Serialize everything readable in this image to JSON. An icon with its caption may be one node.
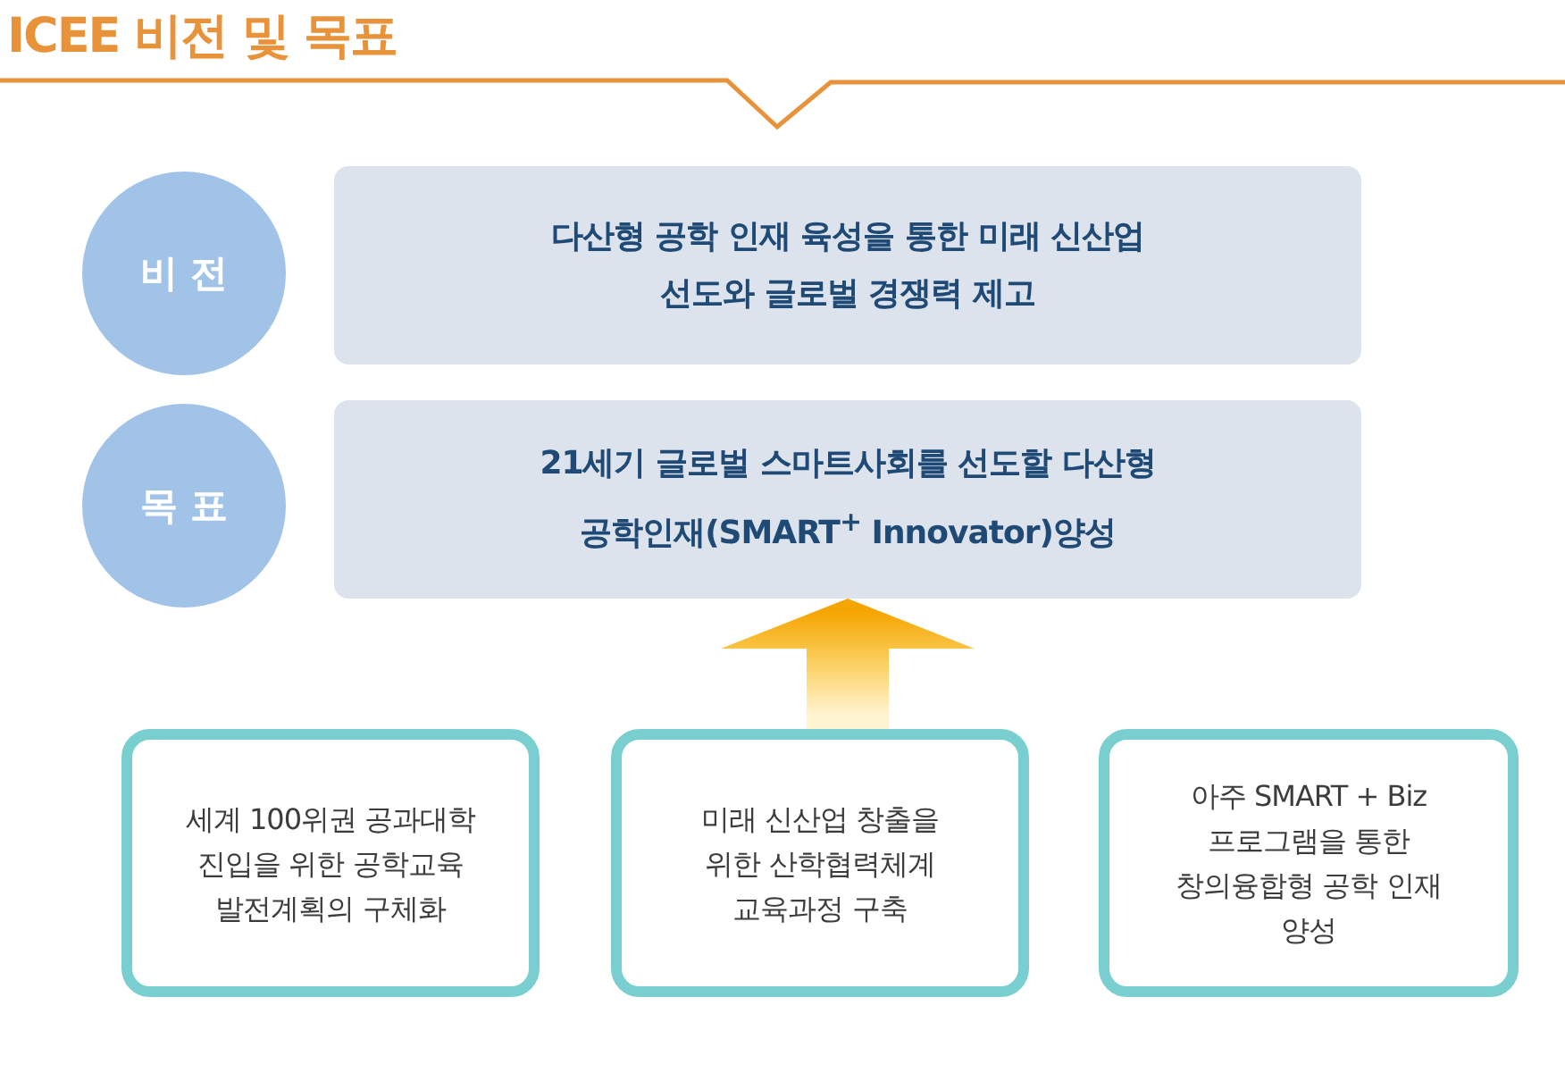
{
  "diagram": {
    "title": "ICEE 비전 및 목표",
    "nodes": [
      {
        "text": [
          "비 전"
        ]
      },
      {
        "text": [
          "다산형 공학 인재 육성을 통한 미래 신산업 선도와 글로벌 경쟁력 제고"
        ]
      },
      {
        "text": [
          "목 표"
        ]
      },
      {
        "text": [
          "21세기 글로벌 스마트사회를 선도할 다산형 공학인재(SMART$^{+}$ Innovator)양성"
        ]
      },
      {
        "text": [
          "세계 100위권 공과대학 진입을 위한 공학교육 발전계획의 구체화"
        ]
      },
      {
        "text": [
          "미래 신산업 창출을 위한 산학협력체계 교육과정 구축"
        ]
      },
      {
        "text": [
          "아주 SMART + Biz 프로그램을 통한 창의융합형 공학 인재 양성"
        ]
      }
    ],
    "edges": [
      {
        "from": 5,
        "to": 3,
        "arrow": "to"
      }
    ]
  }
}
